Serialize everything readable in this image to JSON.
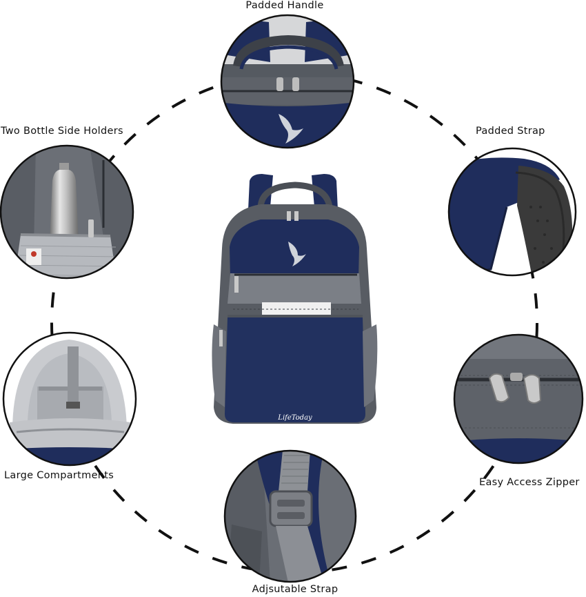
{
  "features": {
    "padded_handle": "Padded Handle",
    "bottle_holders": "Two Bottle Side Holders",
    "padded_strap": "Padded Strap",
    "large_compartments": "Large Compartments",
    "easy_zipper": "Easy Access Zipper",
    "adjustable_strap": "Adjsutable Strap"
  },
  "brand": {
    "logo_text": "LifeToday"
  },
  "colors": {
    "navy": "#1f2d5c",
    "grey": "#5b5f66",
    "light_grey": "#9a9ea4",
    "ring": "#111111"
  }
}
